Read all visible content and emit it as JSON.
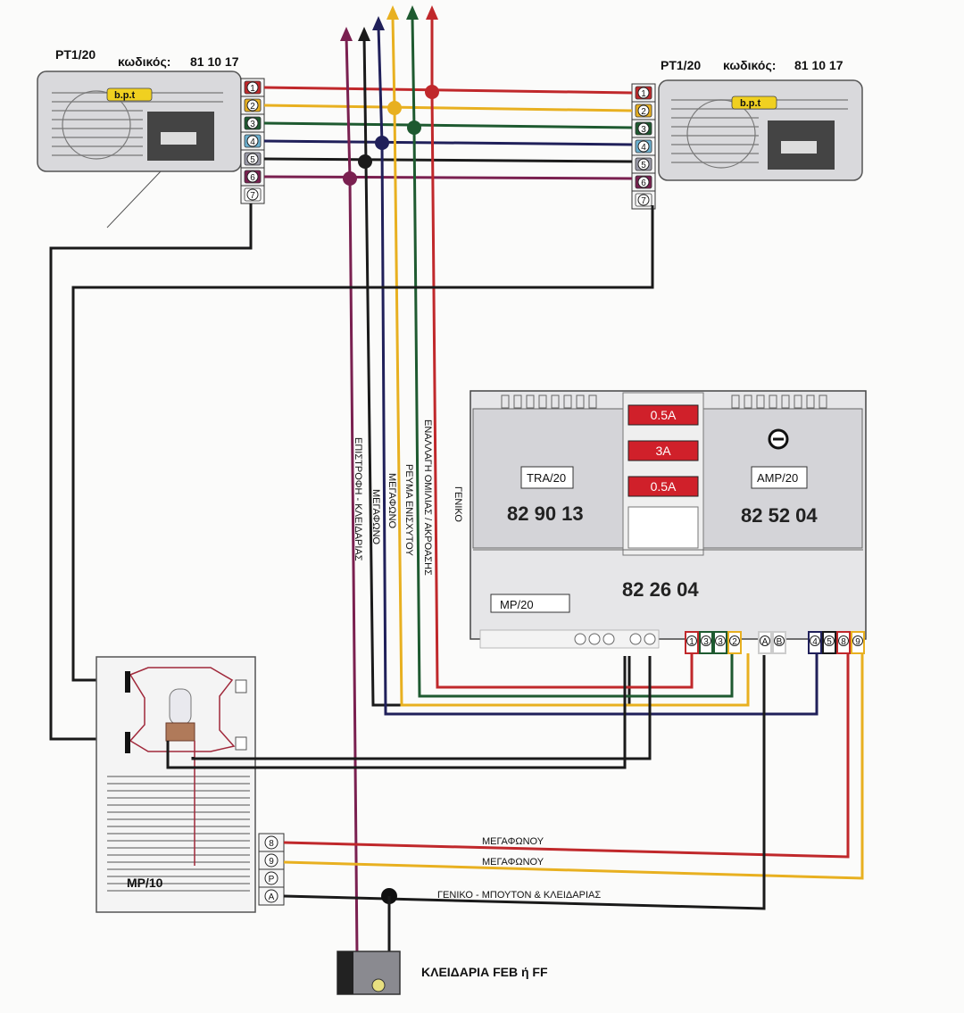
{
  "units": {
    "pt_left": {
      "title": "PT1/20",
      "code_label": "κωδικός:",
      "code": "81 10 17",
      "brand": "b.p.t"
    },
    "pt_right": {
      "title": "PT1/20",
      "code_label": "κωδικός:",
      "code": "81 10 17",
      "brand": "b.p.t"
    },
    "terminals": [
      "1",
      "2",
      "3",
      "4",
      "5",
      "6",
      "7"
    ]
  },
  "power_supply": {
    "tra_label": "TRA/20",
    "tra_code": "82 90 13",
    "amp_label": "AMP/20",
    "amp_code": "82 52 04",
    "mp_label": "MP/20",
    "mp_code": "82 26 04",
    "fuses": [
      "0.5A",
      "3A",
      "0.5A"
    ],
    "terminals_right": [
      "1",
      "3",
      "3",
      "2",
      "A",
      "B",
      "4",
      "5",
      "8",
      "9"
    ]
  },
  "wire_labels": [
    "ΕΠΙΣΤΡΟΦΗ - ΚΛΕΙΔΑΡΙΑΣ",
    "ΜΕΓΑΦΩΝΟ",
    "ΜΕΓΑΦΩΝΟ",
    "ΡΕΥΜΑ ΕΝΙΣΧΥΤΟΥ",
    "ΕΝΑΛΛΑΓΗ ΟΜΙΛΙΑΣ / ΑΚΡΟΑΣΗΣ",
    "ΓΕΝΙΚΟ"
  ],
  "door_panel": {
    "label": "MP/10",
    "terminals": [
      "8",
      "9",
      "P",
      "A"
    ],
    "wire_8": "ΜΕΓΑΦΩΝΟΥ",
    "wire_9": "ΜΕΓΑΦΩΝΟΥ",
    "wire_a": "ΓΕΝΙΚΟ - ΜΠΟΥΤΟΝ & ΚΛΕΙΔΑΡΙΑΣ"
  },
  "lock": {
    "label": "ΚΛΕΙΔΑΡΙΑ FEB ή FF"
  },
  "colors": {
    "red": "#c0282b",
    "yellow": "#e8b020",
    "green": "#1e5a30",
    "navy": "#20205a",
    "black": "#1a1a1a",
    "purple": "#7a2050",
    "fuse": "#d0202a"
  }
}
